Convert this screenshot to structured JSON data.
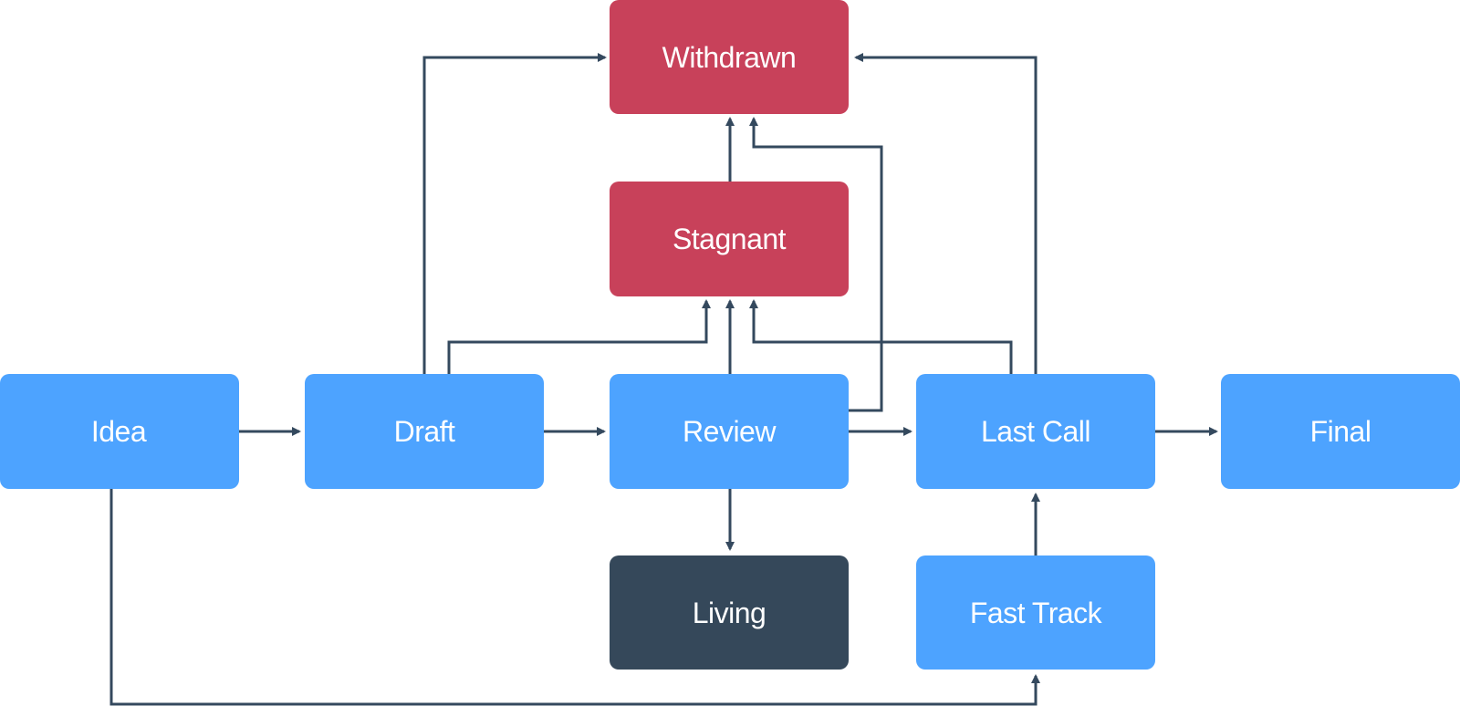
{
  "colors": {
    "active": "#4da3ff",
    "terminal_negative": "#c8415a",
    "living": "#35485a",
    "edge": "#34495e",
    "text": "#ffffff"
  },
  "nodes": {
    "withdrawn": {
      "label": "Withdrawn",
      "kind": "terminal_negative"
    },
    "stagnant": {
      "label": "Stagnant",
      "kind": "terminal_negative"
    },
    "idea": {
      "label": "Idea",
      "kind": "active"
    },
    "draft": {
      "label": "Draft",
      "kind": "active"
    },
    "review": {
      "label": "Review",
      "kind": "active"
    },
    "last_call": {
      "label": "Last Call",
      "kind": "active"
    },
    "final": {
      "label": "Final",
      "kind": "active"
    },
    "living": {
      "label": "Living",
      "kind": "living"
    },
    "fast_track": {
      "label": "Fast Track",
      "kind": "active"
    }
  },
  "edges": [
    {
      "from": "idea",
      "to": "draft"
    },
    {
      "from": "draft",
      "to": "review"
    },
    {
      "from": "review",
      "to": "last_call"
    },
    {
      "from": "last_call",
      "to": "final"
    },
    {
      "from": "review",
      "to": "living"
    },
    {
      "from": "fast_track",
      "to": "last_call"
    },
    {
      "from": "idea",
      "to": "fast_track"
    },
    {
      "from": "draft",
      "to": "withdrawn"
    },
    {
      "from": "last_call",
      "to": "withdrawn"
    },
    {
      "from": "review",
      "to": "withdrawn"
    },
    {
      "from": "stagnant",
      "to": "withdrawn"
    },
    {
      "from": "draft",
      "to": "stagnant"
    },
    {
      "from": "review",
      "to": "stagnant"
    },
    {
      "from": "last_call",
      "to": "stagnant"
    }
  ]
}
